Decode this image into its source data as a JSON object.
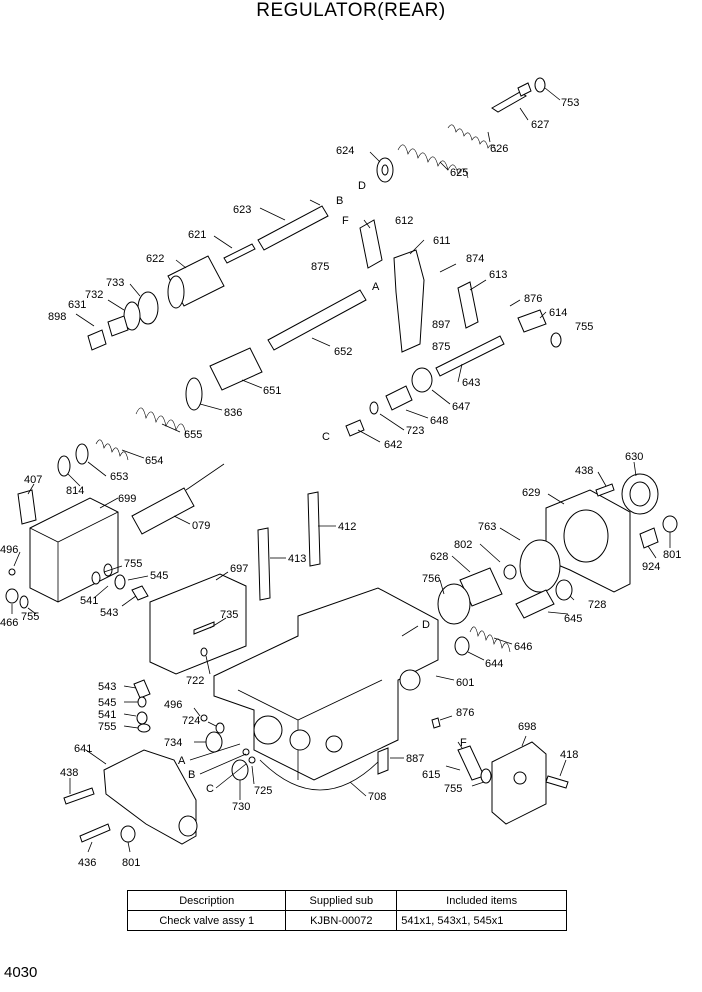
{
  "title": "REGULATOR(REAR)",
  "page_number": "4030",
  "table": {
    "headers": [
      "Description",
      "Supplied sub",
      "Included items"
    ],
    "rows": [
      [
        "Check valve assy 1",
        "KJBN-00072",
        "541x1, 543x1, 545x1"
      ]
    ]
  },
  "callouts": {
    "p753": "753",
    "p627": "627",
    "p624": "624",
    "pD1": "D",
    "p626": "626",
    "p625": "625",
    "p623": "623",
    "pB1": "B",
    "pF1": "F",
    "p612": "612",
    "p621": "621",
    "p611": "611",
    "p622": "622",
    "p875a": "875",
    "p874": "874",
    "p613": "613",
    "p733": "733",
    "pA1": "A",
    "p732": "732",
    "p631": "631",
    "p876a": "876",
    "p614": "614",
    "p898": "898",
    "p897": "897",
    "p755a": "755",
    "p652": "652",
    "p875b": "875",
    "p643": "643",
    "p651": "651",
    "p647": "647",
    "p836": "836",
    "p648": "648",
    "p655": "655",
    "p723": "723",
    "pC1": "C",
    "p642": "642",
    "p654": "654",
    "p653": "653",
    "p407": "407",
    "p814": "814",
    "p699": "699",
    "p079": "079",
    "p630": "630",
    "p438a": "438",
    "p629": "629",
    "p412": "412",
    "p763": "763",
    "p802": "802",
    "p496a": "496",
    "p755b": "755",
    "p545a": "545",
    "p413": "413",
    "p697": "697",
    "p628": "628",
    "p924": "924",
    "p801a": "801",
    "p541a": "541",
    "p543a": "543",
    "p756": "756",
    "p728": "728",
    "p466": "466",
    "p755c": "755",
    "p645": "645",
    "p735": "735",
    "pD2": "D",
    "p646": "646",
    "p644": "644",
    "p722": "722",
    "p601": "601",
    "p543b": "543",
    "p545b": "545",
    "p496b": "496",
    "p541b": "541",
    "p724": "724",
    "p755d": "755",
    "p876b": "876",
    "p698": "698",
    "p734": "734",
    "p641": "641",
    "pA2": "A",
    "pF2": "F",
    "p887": "887",
    "p418": "418",
    "pB2": "B",
    "p438b": "438",
    "pC2": "C",
    "p725": "725",
    "p615": "615",
    "p730": "730",
    "p708": "708",
    "p755e": "755",
    "p436": "436",
    "p801b": "801"
  }
}
